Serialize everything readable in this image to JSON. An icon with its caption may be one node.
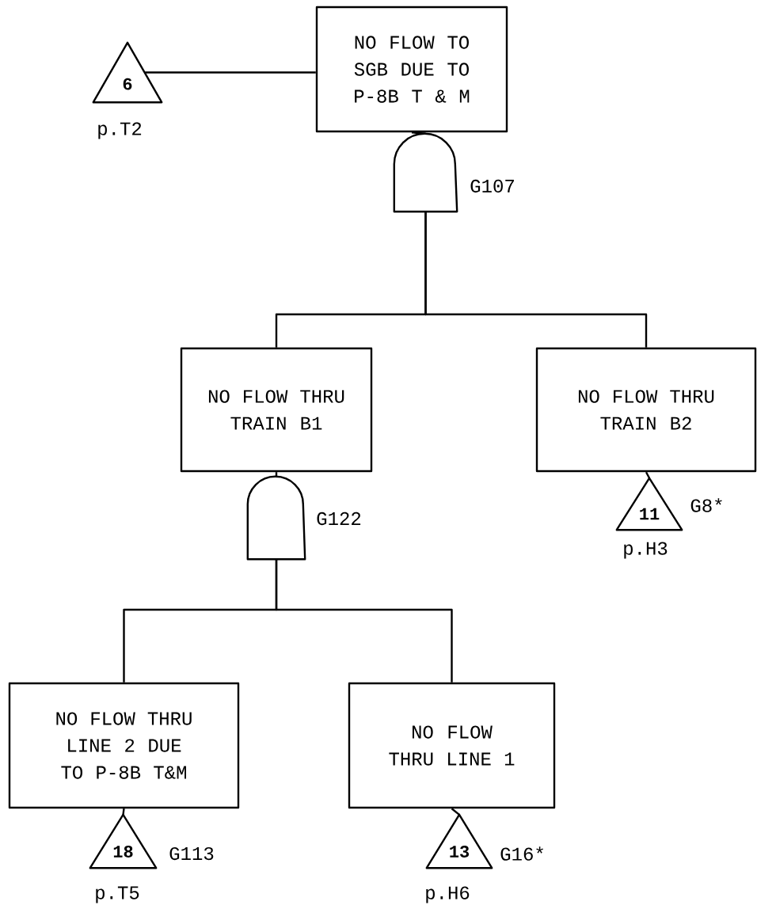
{
  "diagram": {
    "nodes": [
      {
        "text": [
          "NO FLOW TO SGB DUE TO P-8B T & M"
        ]
      },
      {
        "text": [
          "6"
        ],
        "beside": [
          "p.T2"
        ]
      },
      {
        "text": [],
        "shape": "gate",
        "beside": [
          "G107"
        ]
      },
      {
        "text": [
          "NO FLOW THRU TRAIN B1"
        ]
      },
      {
        "text": [
          "NO FLOW THRU TRAIN B2"
        ]
      },
      {
        "text": [],
        "shape": "gate",
        "beside": [
          "G122"
        ]
      },
      {
        "text": [
          "11"
        ],
        "beside": [
          "G8*",
          "p.H3"
        ]
      },
      {
        "text": [
          "NO FLOW THRU LINE 2 DUE TO P-8B T&M"
        ]
      },
      {
        "text": [
          "NO FLOW THRU LINE 1"
        ]
      },
      {
        "text": [
          "18"
        ],
        "beside": [
          "G113",
          "p.T5"
        ]
      },
      {
        "text": [
          "13"
        ],
        "beside": [
          "G16*",
          "p.H6"
        ]
      }
    ],
    "edges": [
      {
        "from": 1,
        "to": 0,
        "arrow": "none"
      },
      {
        "from": 0,
        "to": 2,
        "arrow": "none"
      },
      {
        "from": 2,
        "to": 3,
        "arrow": "none"
      },
      {
        "from": 2,
        "to": 4,
        "arrow": "none"
      },
      {
        "from": 3,
        "to": 5,
        "arrow": "none"
      },
      {
        "from": 4,
        "to": 6,
        "arrow": "none"
      },
      {
        "from": 5,
        "to": 7,
        "arrow": "none"
      },
      {
        "from": 5,
        "to": 8,
        "arrow": "none"
      },
      {
        "from": 7,
        "to": 9,
        "arrow": "none"
      },
      {
        "from": 8,
        "to": 10,
        "arrow": "none"
      }
    ]
  }
}
